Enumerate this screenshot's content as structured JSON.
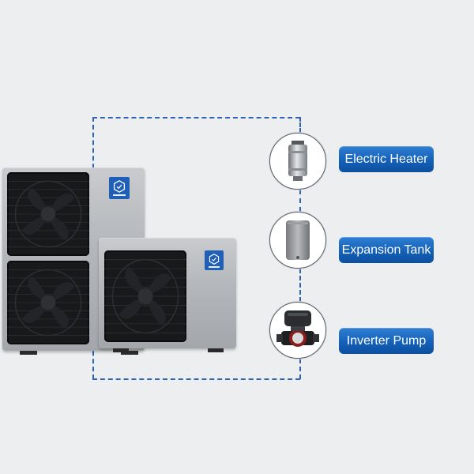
{
  "colors": {
    "background": "#eceeef",
    "dash_line": "#2e63b5",
    "label_blue": "#1461b8",
    "label_text": "#ffffff",
    "unit_body": "#b3b6ba",
    "fan_grille": "#18191b",
    "logo_badge": "#1f5fb8"
  },
  "units": [
    {
      "name": "large-heat-pump-unit",
      "fans": 2,
      "icon": "brand-logo-icon"
    },
    {
      "name": "small-heat-pump-unit",
      "fans": 1,
      "icon": "brand-logo-icon"
    }
  ],
  "components": [
    {
      "label": "Electric Heater",
      "icon": "electric-heater-icon"
    },
    {
      "label": "Expansion Tank",
      "icon": "expansion-tank-icon"
    },
    {
      "label": "Inverter Pump",
      "icon": "inverter-pump-icon"
    }
  ]
}
